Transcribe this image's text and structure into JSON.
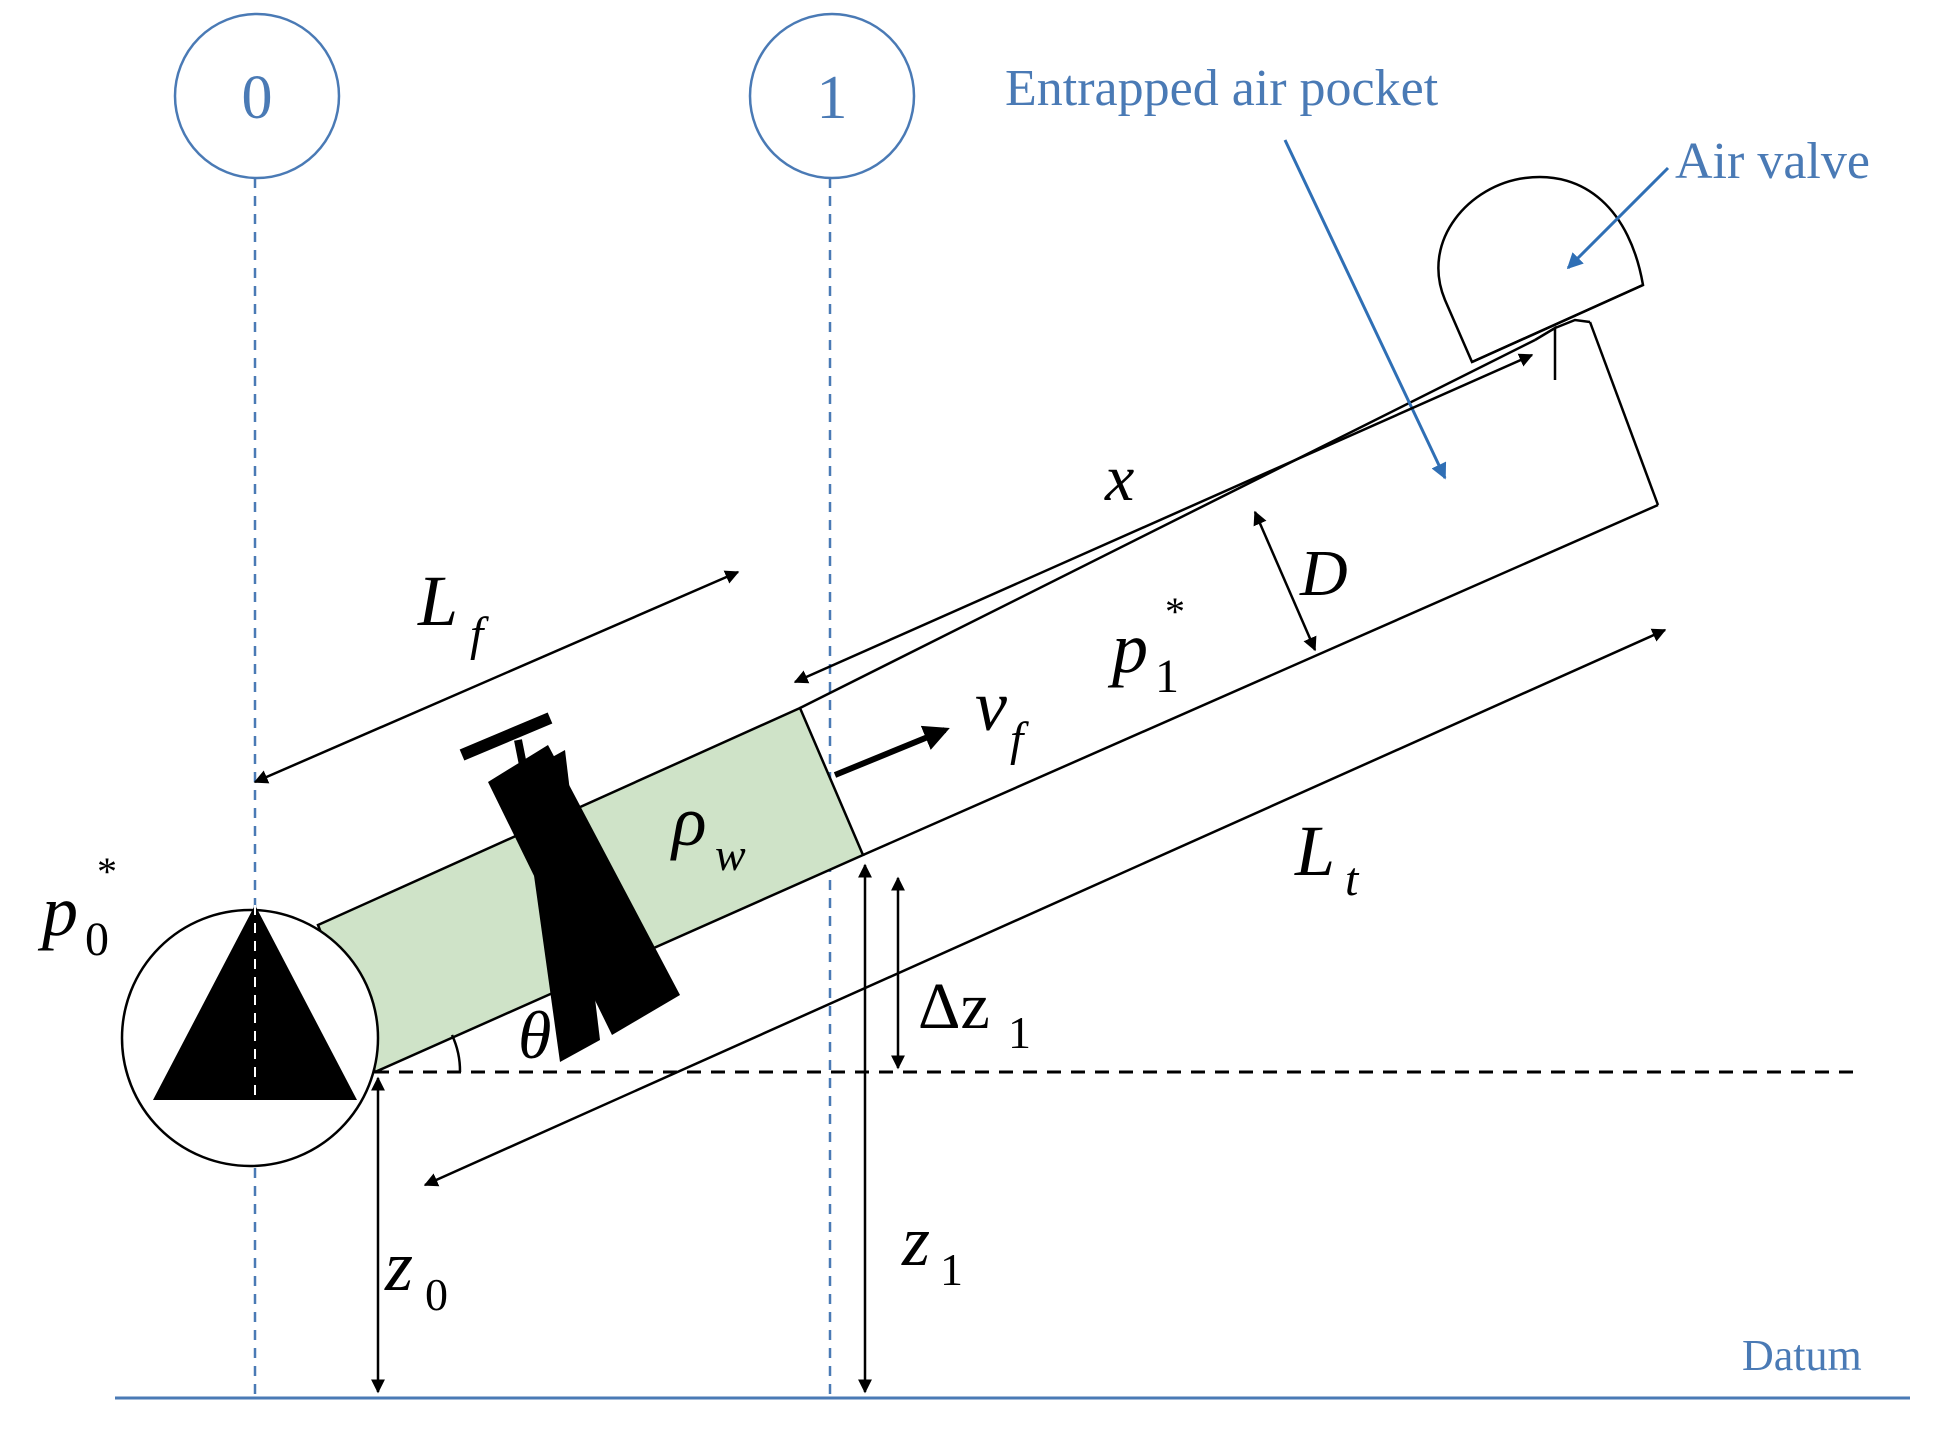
{
  "colors": {
    "blue": "#4a7ab5",
    "water": "#cfe3c8",
    "black": "#000000"
  },
  "sections": {
    "section0": "0",
    "section1": "1"
  },
  "labels": {
    "air_pocket": "Entrapped air pocket",
    "air_valve": "Air valve",
    "datum": "Datum"
  },
  "symbols": {
    "x": "x",
    "D": "D",
    "L": "L",
    "f": "f",
    "t": "t",
    "p": "p",
    "star": "*",
    "sub0": "0",
    "sub1": "1",
    "v": "v",
    "rho": "ρ",
    "w": "w",
    "theta": "θ",
    "delta_z": "Δz",
    "z": "z"
  },
  "icons": {
    "pump": "pump-icon",
    "valve": "gate-valve-icon",
    "air_valve": "air-valve-icon"
  }
}
